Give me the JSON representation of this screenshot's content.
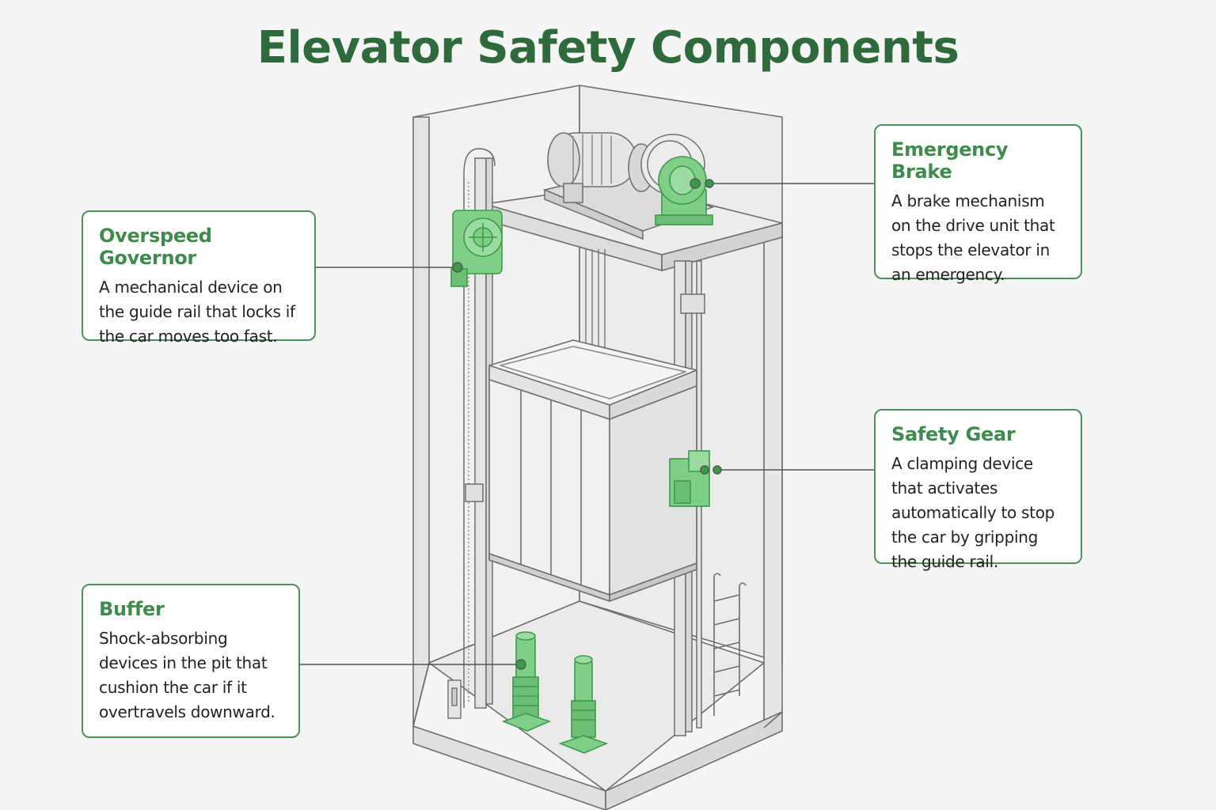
{
  "title": "Elevator Safety Components",
  "callouts": {
    "overspeed_governor": {
      "title": "Overspeed Governor",
      "description": "A mechanical device on the guide rail that locks if the car moves too fast."
    },
    "emergency_brake": {
      "title": "Emergency Brake",
      "description": "A brake mechanism on the drive unit that stops the elevator in an emergency."
    },
    "safety_gear": {
      "title": "Safety Gear",
      "description": "A clamping device that activates automatically to stop the car by gripping the guide rail."
    },
    "buffer": {
      "title": "Buffer",
      "description": "Shock-absorbing devices in the pit that cushion the car if it overtravels downward."
    }
  },
  "colors": {
    "accent": "#3f8a4d",
    "highlight_fill": "#7fcf86",
    "highlight_stroke": "#3c9a4c",
    "line": "#555555"
  }
}
